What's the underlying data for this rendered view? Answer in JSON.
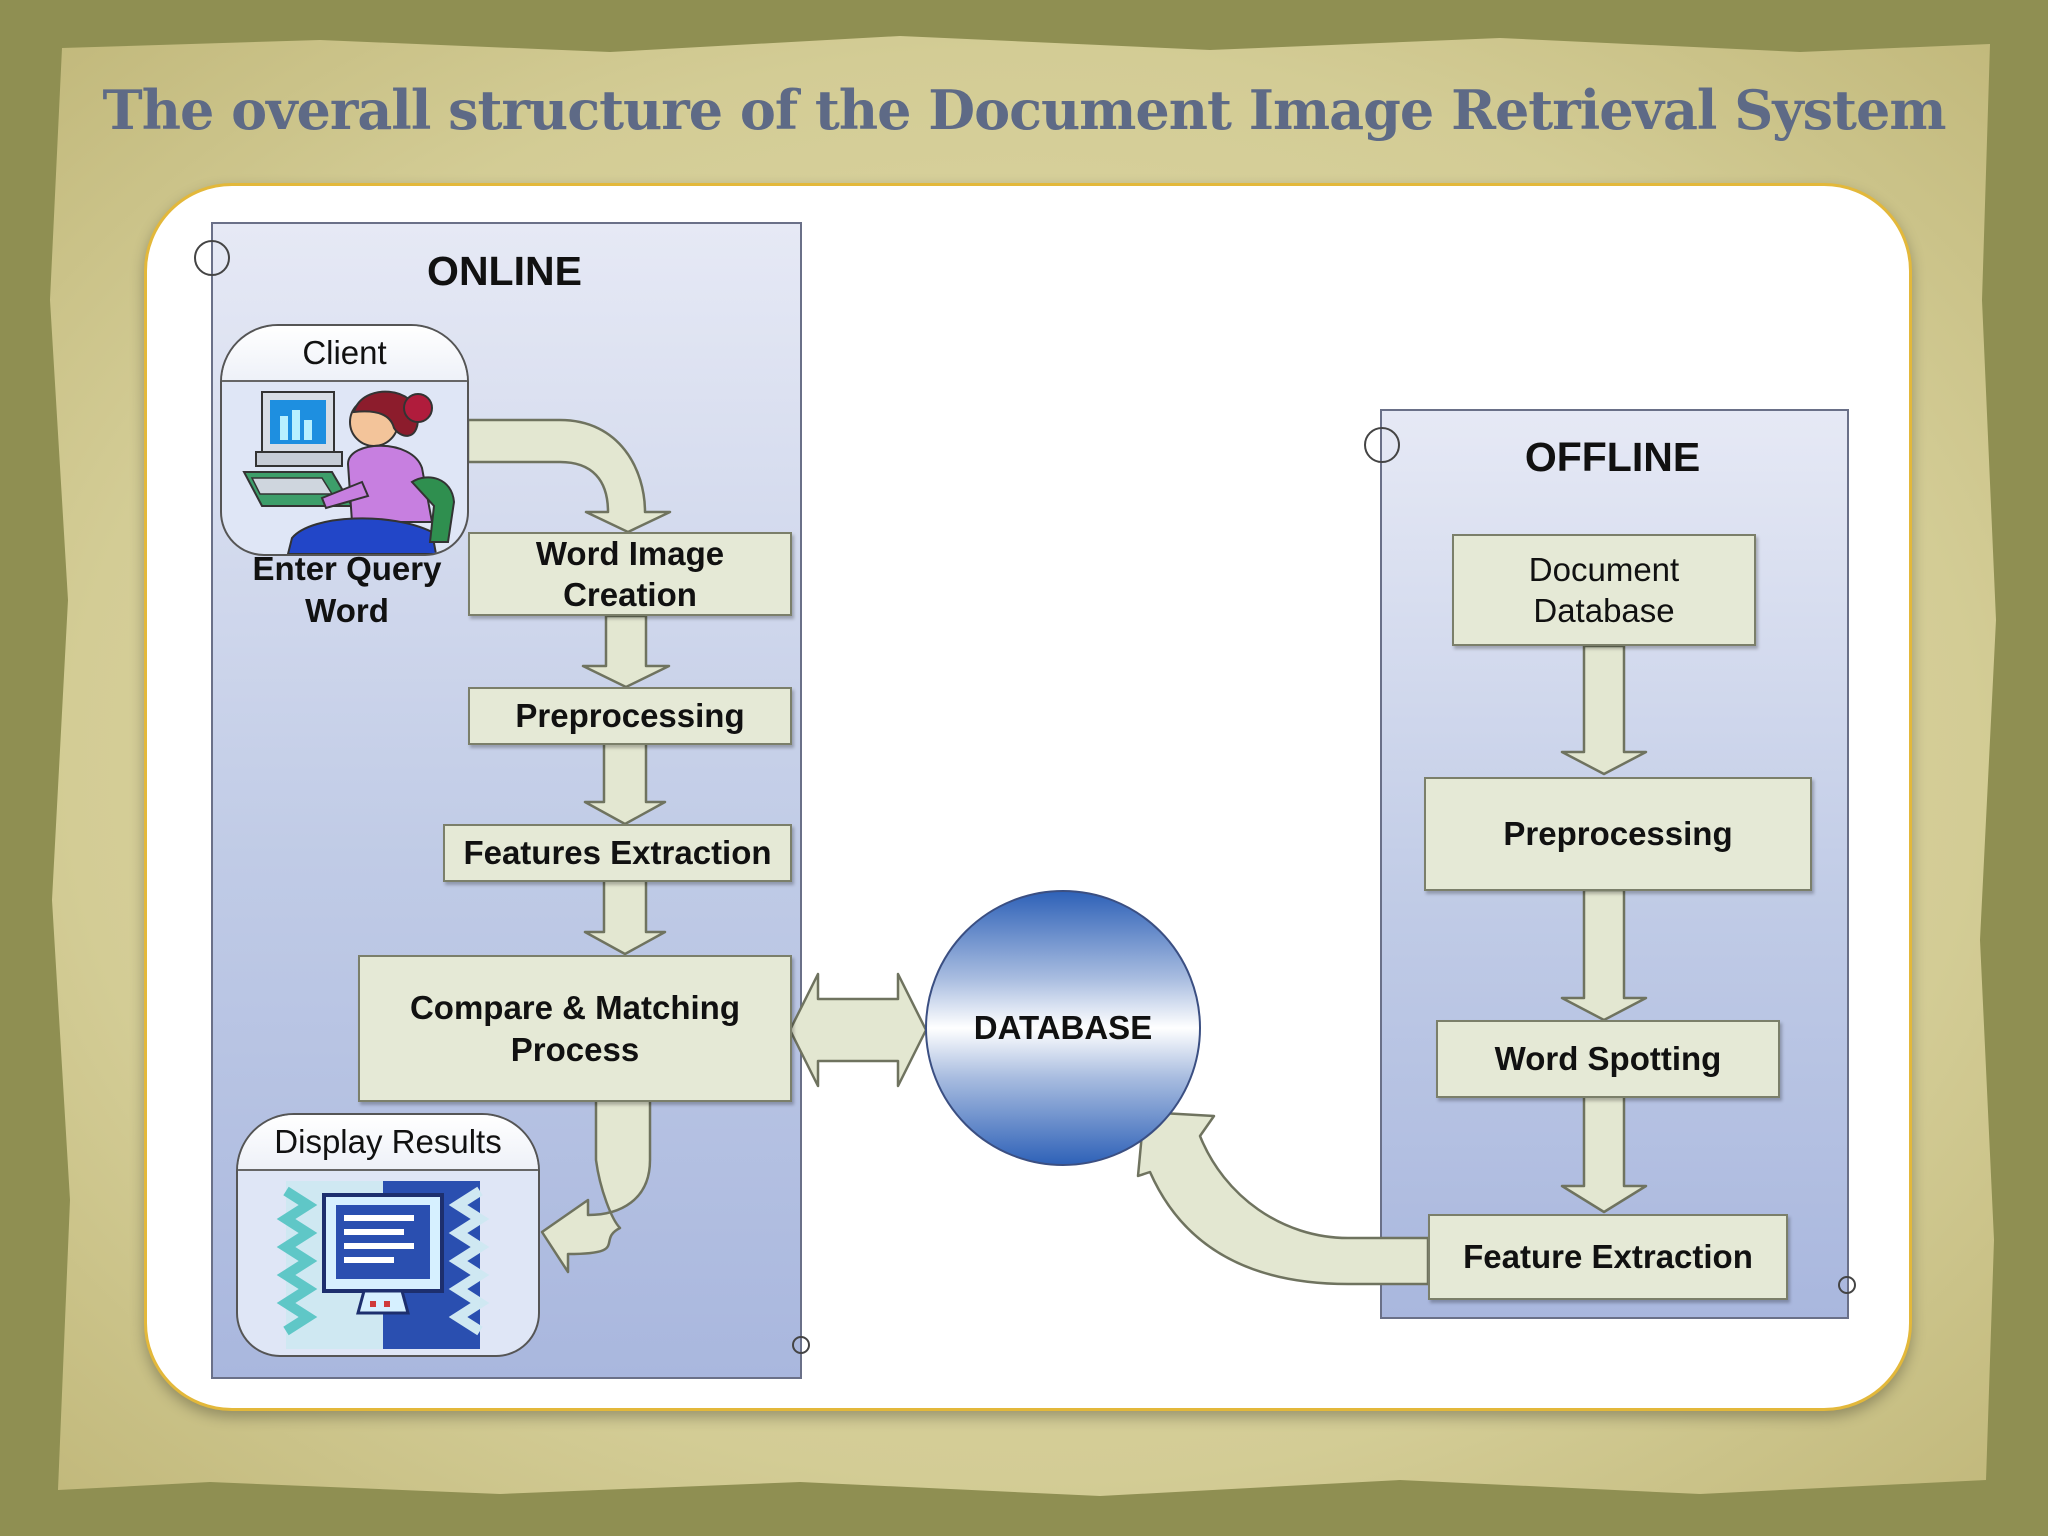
{
  "title": "The overall structure of the Document Image Retrieval System",
  "online": {
    "label": "ONLINE",
    "client_label": "Client",
    "enter_query": "Enter Query\nWord",
    "word_image_creation": "Word Image\nCreation",
    "preprocessing": "Preprocessing",
    "features_extraction": "Features Extraction",
    "compare_matching": "Compare & Matching\nProcess",
    "display_results": "Display Results"
  },
  "database": "DATABASE",
  "offline": {
    "label": "OFFLINE",
    "document_database": "Document\nDatabase",
    "preprocessing": "Preprocessing",
    "word_spotting": "Word Spotting",
    "feature_extraction": "Feature Extraction"
  },
  "colors": {
    "background": "#8f8f52",
    "parchment": "#d2cc96",
    "title": "#5e6a86",
    "box_fill": "#e5e9d6",
    "arrow_fill": "#e3e7d1",
    "card_border": "#e3b83a"
  }
}
